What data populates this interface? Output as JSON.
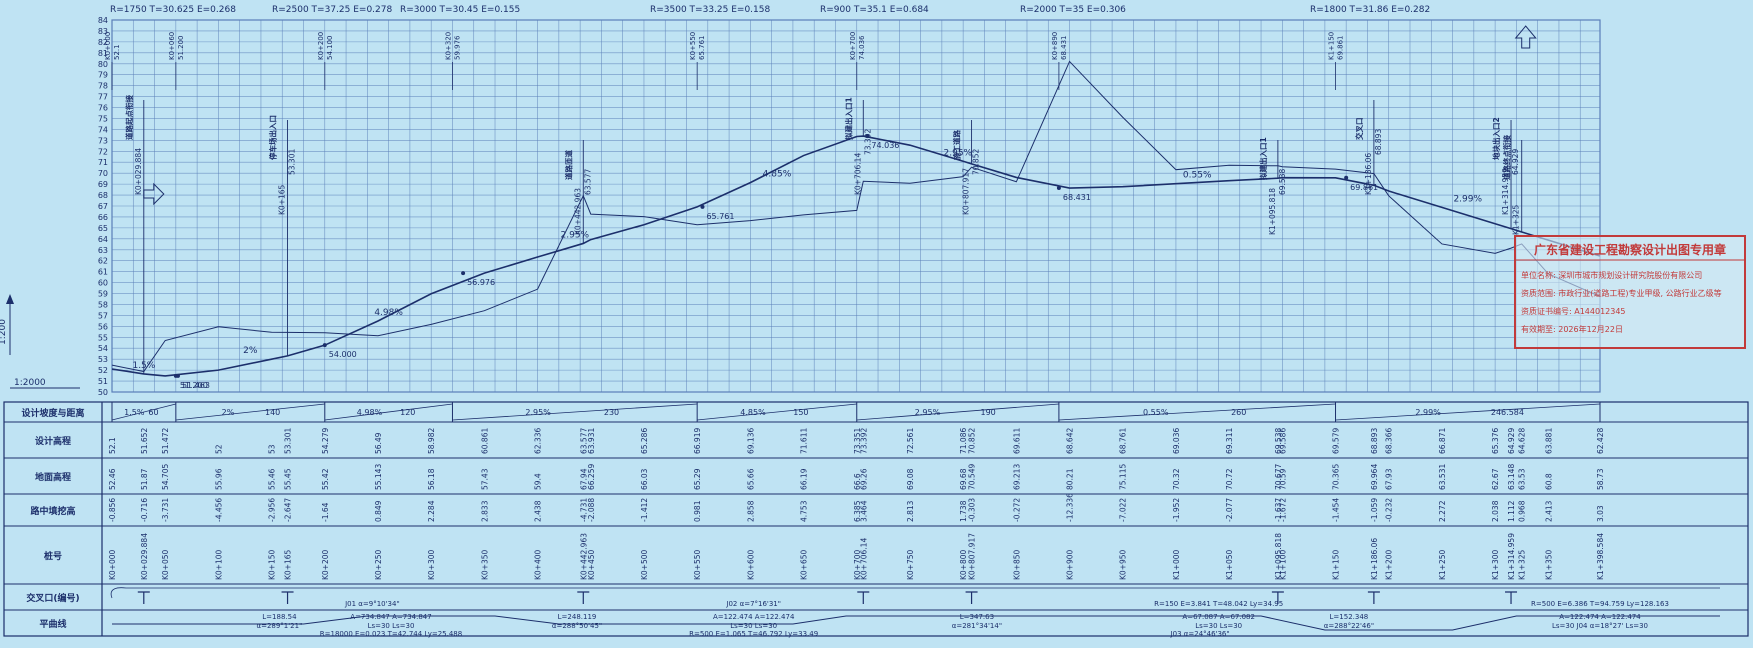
{
  "title_labels": {
    "vc_params": [
      {
        "text": "R=1750 T=30.625 E=0.268",
        "at": 110
      },
      {
        "text": "R=2500 T=37.25 E=0.278",
        "at": 272
      },
      {
        "text": "R=3000 T=30.45 E=0.155",
        "at": 400
      },
      {
        "text": "R=3500 T=33.25 E=0.158",
        "at": 650
      },
      {
        "text": "R=900 T=35.1 E=0.684",
        "at": 820
      },
      {
        "text": "R=2000 T=35 E=0.306",
        "at": 1020
      },
      {
        "text": "R=1800 T=31.86 E=0.282",
        "at": 1310
      }
    ]
  },
  "elevation_axis": {
    "labels": [
      "84",
      "83",
      "82",
      "81",
      "80",
      "79",
      "78",
      "77",
      "76",
      "75",
      "74",
      "73",
      "72",
      "71",
      "70",
      "69",
      "68",
      "67",
      "66",
      "65",
      "64",
      "63",
      "62",
      "61",
      "60",
      "59",
      "58",
      "57",
      "56",
      "55",
      "54",
      "53",
      "52",
      "51",
      "50"
    ],
    "scale_v": "1:200",
    "scale_h": "1:2000"
  },
  "row_headers": [
    "设计坡度与距离",
    "设计高程",
    "地面高程",
    "路中填挖高",
    "桩号",
    "交叉口(编号)",
    "平曲线"
  ],
  "grade_segments": [
    {
      "grade": "1.5%",
      "len": "60"
    },
    {
      "grade": "2%",
      "len": "140"
    },
    {
      "grade": "4.98%",
      "len": "120"
    },
    {
      "grade": "2.95%",
      "len": "230"
    },
    {
      "grade": "4.85%",
      "len": "150"
    },
    {
      "grade": "2.95%",
      "len": "190"
    },
    {
      "grade": "0.55%",
      "len": "260"
    },
    {
      "grade": "2.99%",
      "len": "246.584"
    }
  ],
  "stations": [
    {
      "km": 0,
      "sta": "K0+000",
      "design": "52.1",
      "ground": "52.46",
      "cut": "-0.856"
    },
    {
      "km": 29.884,
      "sta": "K0+029.884",
      "design": "51.652",
      "ground": "51.87",
      "cut": "-0.716"
    },
    {
      "km": 50,
      "sta": "K0+050",
      "design": "51.472",
      "ground": "54.705",
      "cut": "-3.731"
    },
    {
      "km": 100,
      "sta": "K0+100",
      "design": "52",
      "ground": "55.96",
      "cut": "-4.456"
    },
    {
      "km": 150,
      "sta": "K0+150",
      "design": "53",
      "ground": "55.46",
      "cut": "-2.956"
    },
    {
      "km": 165,
      "sta": "K0+165",
      "design": "53.301",
      "ground": "55.45",
      "cut": "-2.647"
    },
    {
      "km": 200,
      "sta": "K0+200",
      "design": "54.279",
      "ground": "55.42",
      "cut": "-1.64"
    },
    {
      "km": 250,
      "sta": "K0+250",
      "design": "56.49",
      "ground": "55.143",
      "cut": "0.849"
    },
    {
      "km": 300,
      "sta": "K0+300",
      "design": "58.982",
      "ground": "56.18",
      "cut": "2.284"
    },
    {
      "km": 350,
      "sta": "K0+350",
      "design": "60.861",
      "ground": "57.43",
      "cut": "2.833"
    },
    {
      "km": 400,
      "sta": "K0+400",
      "design": "62.336",
      "ground": "59.4",
      "cut": "2.438"
    },
    {
      "km": 442.963,
      "sta": "K0+442.963",
      "design": "63.577",
      "ground": "67.94",
      "cut": "-4.731"
    },
    {
      "km": 450,
      "sta": "K0+450",
      "design": "63.931",
      "ground": "66.259",
      "cut": "-2.088"
    },
    {
      "km": 500,
      "sta": "K0+500",
      "design": "65.286",
      "ground": "66.03",
      "cut": "-1.412"
    },
    {
      "km": 550,
      "sta": "K0+550",
      "design": "66.919",
      "ground": "65.29",
      "cut": "0.981"
    },
    {
      "km": 600,
      "sta": "K0+600",
      "design": "69.136",
      "ground": "65.66",
      "cut": "2.858"
    },
    {
      "km": 650,
      "sta": "K0+650",
      "design": "71.611",
      "ground": "66.19",
      "cut": "4.753"
    },
    {
      "km": 700,
      "sta": "K0+700",
      "design": "73.351",
      "ground": "66.6",
      "cut": "6.385"
    },
    {
      "km": 706.14,
      "sta": "K0+706.14",
      "design": "73.392",
      "ground": "69.26",
      "cut": "3.464"
    },
    {
      "km": 750,
      "sta": "K0+750",
      "design": "72.561",
      "ground": "69.08",
      "cut": "2.813"
    },
    {
      "km": 800,
      "sta": "K0+800",
      "design": "71.086",
      "ground": "69.68",
      "cut": "1.738"
    },
    {
      "km": 807.917,
      "sta": "K0+807.917",
      "design": "70.852",
      "ground": "70.549",
      "cut": "-0.303"
    },
    {
      "km": 850,
      "sta": "K0+850",
      "design": "69.611",
      "ground": "69.213",
      "cut": "-0.272"
    },
    {
      "km": 900,
      "sta": "K0+900",
      "design": "68.642",
      "ground": "80.21",
      "cut": "-12.336"
    },
    {
      "km": 950,
      "sta": "K0+950",
      "design": "68.761",
      "ground": "75.115",
      "cut": "-7.022"
    },
    {
      "km": 1000,
      "sta": "K1+000",
      "design": "69.036",
      "ground": "70.32",
      "cut": "-1.952"
    },
    {
      "km": 1050,
      "sta": "K1+050",
      "design": "69.311",
      "ground": "70.72",
      "cut": "-2.077"
    },
    {
      "km": 1095.818,
      "sta": "K1+095.818",
      "design": "69.538",
      "ground": "70.677",
      "cut": "-1.637"
    },
    {
      "km": 1100,
      "sta": "K1+100",
      "design": "69.586",
      "ground": "70.59",
      "cut": "-1.672"
    },
    {
      "km": 1150,
      "sta": "K1+150",
      "design": "69.579",
      "ground": "70.365",
      "cut": "-1.454"
    },
    {
      "km": 1186.06,
      "sta": "K1+186.06",
      "design": "68.893",
      "ground": "69.964",
      "cut": "-1.059"
    },
    {
      "km": 1200,
      "sta": "K1+200",
      "design": "68.366",
      "ground": "67.93",
      "cut": "-0.232"
    },
    {
      "km": 1250,
      "sta": "K1+250",
      "design": "66.871",
      "ground": "63.531",
      "cut": "2.272"
    },
    {
      "km": 1300,
      "sta": "K1+300",
      "design": "65.376",
      "ground": "62.67",
      "cut": "2.038"
    },
    {
      "km": 1314.959,
      "sta": "K1+314.959",
      "design": "64.929",
      "ground": "63.148",
      "cut": "1.112"
    },
    {
      "km": 1325,
      "sta": "K1+325",
      "design": "64.628",
      "ground": "63.53",
      "cut": "0.968"
    },
    {
      "km": 1350,
      "sta": "K1+350",
      "design": "63.881",
      "ground": "60.8",
      "cut": "2.413"
    },
    {
      "km": 1398.584,
      "sta": "K1+398.584",
      "design": "62.428",
      "ground": "58.73",
      "cut": "3.03"
    }
  ],
  "annotations": [
    {
      "label": "K0+029.884",
      "elev_label": "",
      "name": "道路起点衔接",
      "km": 29.884
    },
    {
      "label": "K0+165",
      "elev_label": "53.301",
      "name": "停车场出入口",
      "km": 165
    },
    {
      "label": "K0+442.963",
      "elev_label": "63.577",
      "name": "道路匝道",
      "km": 442.963
    },
    {
      "label": "K0+706.14",
      "elev_label": "73.392",
      "name": "拟建出入口1",
      "km": 706.14
    },
    {
      "label": "K0+807.917",
      "elev_label": "70.852",
      "name": "施工道路",
      "km": 807.917
    },
    {
      "label": "K1+095.818",
      "elev_label": "69.538",
      "name": "拟建出入口1",
      "km": 1095.818
    },
    {
      "label": "K1+186.06",
      "elev_label": "68.893",
      "name": "交叉口",
      "km": 1186.06
    },
    {
      "label": "K1+314.959",
      "elev_label": "64.929",
      "name": "地块出入口2",
      "km": 1314.959
    },
    {
      "label": "K1+325",
      "elev_label": "",
      "name": "道路终点衔接",
      "km": 1325
    }
  ],
  "vpi_labels": [
    {
      "text": "K0+000",
      "sub": "52.1",
      "km": 0
    },
    {
      "text": "K0+060",
      "sub": "51.200",
      "km": 60
    },
    {
      "text": "K0+200",
      "sub": "54.100",
      "km": 200
    },
    {
      "text": "K0+320",
      "sub": "59.976",
      "km": 320
    },
    {
      "text": "K0+550",
      "sub": "65.761",
      "km": 550
    },
    {
      "text": "K0+700",
      "sub": "74.036",
      "km": 700
    },
    {
      "text": "K0+890",
      "sub": "68.431",
      "km": 890
    },
    {
      "text": "K1+150",
      "sub": "69.861",
      "km": 1150
    }
  ],
  "vpi_elev_tags": [
    {
      "text": "51.200",
      "km": 60
    },
    {
      "text": "51.463",
      "km": 62
    },
    {
      "text": "54.000",
      "km": 200
    },
    {
      "text": "56.976",
      "km": 330
    },
    {
      "text": "65.761",
      "km": 555
    },
    {
      "text": "74.036",
      "km": 710
    },
    {
      "text": "68.431",
      "km": 890
    },
    {
      "text": "69.861",
      "km": 1160
    }
  ],
  "curve_texts": [
    {
      "text": "J01 α=9°10'34\"",
      "at": 280,
      "row": 0
    },
    {
      "text": "A=734.847   A=734.847",
      "at": 300,
      "row": 1
    },
    {
      "text": "Ls=30      Ls=30",
      "at": 300,
      "row": 2
    },
    {
      "text": "R=18000 E=0.023 T=42.744 Ly=25.488",
      "at": 300,
      "row": 3
    },
    {
      "text": "L=188.54",
      "at": 180,
      "row": 1
    },
    {
      "text": "α=289°1'21\"",
      "at": 180,
      "row": 2
    },
    {
      "text": "L=248.119",
      "at": 500,
      "row": 1
    },
    {
      "text": "α=288°50'45\"",
      "at": 500,
      "row": 2
    },
    {
      "text": "J02 α=7°16'31\"",
      "at": 690,
      "row": 0
    },
    {
      "text": "A=122.474   A=122.474",
      "at": 690,
      "row": 1
    },
    {
      "text": "Ls=30      Ls=30",
      "at": 690,
      "row": 2
    },
    {
      "text": "R=500 E=1.065 T=46.792 Ly=33.49",
      "at": 690,
      "row": 3
    },
    {
      "text": "L=347.63",
      "at": 930,
      "row": 1
    },
    {
      "text": "α=281°34'14\"",
      "at": 930,
      "row": 2
    },
    {
      "text": "R=150 E=3.841 T=48.042 Ly=34.95",
      "at": 1190,
      "row": 0
    },
    {
      "text": "A=67.087   A=67.082",
      "at": 1190,
      "row": 1
    },
    {
      "text": "Ls=30      Ls=30",
      "at": 1190,
      "row": 2
    },
    {
      "text": "J03 α=24°46'36\"",
      "at": 1170,
      "row": 3
    },
    {
      "text": "L=152.348",
      "at": 1330,
      "row": 1
    },
    {
      "text": "α=288°22'46\"",
      "at": 1330,
      "row": 2
    },
    {
      "text": "R=500 E=6.386 T=94.759 Ly=128.163",
      "at": 1600,
      "row": 0
    },
    {
      "text": "A=122.474        A=122.474",
      "at": 1600,
      "row": 1
    },
    {
      "text": "Ls=30    J04 α=18°27'    Ls=30",
      "at": 1600,
      "row": 2
    }
  ],
  "stamp": {
    "title": "广东省建设工程勘察设计出图专用章",
    "lines": [
      "单位名称: 深圳市城市规划设计研究院股份有限公司",
      "资质范围: 市政行业(道路工程)专业甲级, 公路行业乙级等",
      "资质证书编号: A144012345",
      "有效期至: 2026年12月22日"
    ]
  },
  "colors": {
    "bg": "#bfe3f3",
    "line": "#1c2f6b",
    "grid": "#5a7fb8",
    "stamp": "#c23a3a"
  }
}
